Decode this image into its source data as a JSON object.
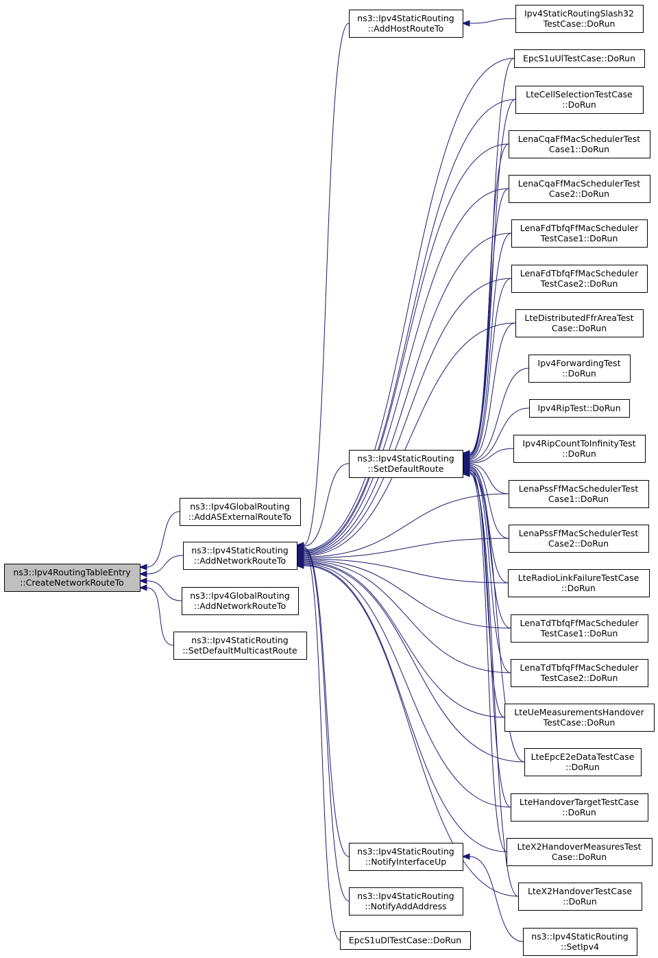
{
  "nodes": {
    "n_root": {
      "lines": [
        "ns3::Ipv4RoutingTableEntry",
        "::CreateNetworkRouteTo"
      ],
      "root": true
    },
    "n_gasext": {
      "lines": [
        "ns3::Ipv4GlobalRouting",
        "::AddASExternalRouteTo"
      ]
    },
    "n_snet": {
      "lines": [
        "ns3::Ipv4StaticRouting",
        "::AddNetworkRouteTo"
      ]
    },
    "n_gnet": {
      "lines": [
        "ns3::Ipv4GlobalRouting",
        "::AddNetworkRouteTo"
      ]
    },
    "n_smc": {
      "lines": [
        "ns3::Ipv4StaticRouting",
        "::SetDefaultMulticastRoute"
      ]
    },
    "n_shost": {
      "lines": [
        "ns3::Ipv4StaticRouting",
        "::AddHostRouteTo"
      ]
    },
    "n_sdef": {
      "lines": [
        "ns3::Ipv4StaticRouting",
        "::SetDefaultRoute"
      ]
    },
    "n_sifup": {
      "lines": [
        "ns3::Ipv4StaticRouting",
        "::NotifyInterfaceUp"
      ]
    },
    "n_saddr": {
      "lines": [
        "ns3::Ipv4StaticRouting",
        "::NotifyAddAddress"
      ]
    },
    "n_epcdl": {
      "lines": [
        "EpcS1uDlTestCase::DoRun"
      ]
    },
    "n_slash": {
      "lines": [
        "Ipv4StaticRoutingSlash32",
        "TestCase::DoRun"
      ]
    },
    "n_epcul": {
      "lines": [
        "EpcS1uUlTestCase::DoRun"
      ]
    },
    "n_cellsel": {
      "lines": [
        "LteCellSelectionTestCase",
        "::DoRun"
      ]
    },
    "n_cqa1": {
      "lines": [
        "LenaCqaFfMacSchedulerTest",
        "Case1::DoRun"
      ]
    },
    "n_cqa2": {
      "lines": [
        "LenaCqaFfMacSchedulerTest",
        "Case2::DoRun"
      ]
    },
    "n_fd1": {
      "lines": [
        "LenaFdTbfqFfMacScheduler",
        "TestCase1::DoRun"
      ]
    },
    "n_fd2": {
      "lines": [
        "LenaFdTbfqFfMacScheduler",
        "TestCase2::DoRun"
      ]
    },
    "n_dffr": {
      "lines": [
        "LteDistributedFfrAreaTest",
        "Case::DoRun"
      ]
    },
    "n_fwd": {
      "lines": [
        "Ipv4ForwardingTest",
        "::DoRun"
      ]
    },
    "n_rip": {
      "lines": [
        "Ipv4RipTest::DoRun"
      ]
    },
    "n_ripinf": {
      "lines": [
        "Ipv4RipCountToInfinityTest",
        "::DoRun"
      ]
    },
    "n_pss1": {
      "lines": [
        "LenaPssFfMacSchedulerTest",
        "Case1::DoRun"
      ]
    },
    "n_pss2": {
      "lines": [
        "LenaPssFfMacSchedulerTest",
        "Case2::DoRun"
      ]
    },
    "n_rlf": {
      "lines": [
        "LteRadioLinkFailureTestCase",
        "::DoRun"
      ]
    },
    "n_td1": {
      "lines": [
        "LenaTdTbfqFfMacScheduler",
        "TestCase1::DoRun"
      ]
    },
    "n_td2": {
      "lines": [
        "LenaTdTbfqFfMacScheduler",
        "TestCase2::DoRun"
      ]
    },
    "n_uemeas": {
      "lines": [
        "LteUeMeasurementsHandover",
        "TestCase::DoRun"
      ]
    },
    "n_e2e": {
      "lines": [
        "LteEpcE2eDataTestCase",
        "::DoRun"
      ]
    },
    "n_hotgt": {
      "lines": [
        "LteHandoverTargetTestCase",
        "::DoRun"
      ]
    },
    "n_x2meas": {
      "lines": [
        "LteX2HandoverMeasuresTest",
        "Case::DoRun"
      ]
    },
    "n_x2ho": {
      "lines": [
        "LteX2HandoverTestCase",
        "::DoRun"
      ]
    },
    "n_setipv4": {
      "lines": [
        "ns3::Ipv4StaticRouting",
        "::SetIpv4"
      ]
    }
  },
  "edges": [
    [
      "n_gasext",
      "n_root"
    ],
    [
      "n_snet",
      "n_root"
    ],
    [
      "n_gnet",
      "n_root"
    ],
    [
      "n_smc",
      "n_root"
    ],
    [
      "n_shost",
      "n_snet"
    ],
    [
      "n_sdef",
      "n_snet"
    ],
    [
      "n_sifup",
      "n_snet"
    ],
    [
      "n_saddr",
      "n_snet"
    ],
    [
      "n_epcdl",
      "n_snet"
    ],
    [
      "n_slash",
      "n_shost"
    ],
    [
      "n_epcul",
      "n_snet"
    ],
    [
      "n_cellsel",
      "n_snet"
    ],
    [
      "n_cqa1",
      "n_snet"
    ],
    [
      "n_cqa2",
      "n_snet"
    ],
    [
      "n_fd1",
      "n_snet"
    ],
    [
      "n_fd2",
      "n_snet"
    ],
    [
      "n_dffr",
      "n_snet"
    ],
    [
      "n_pss1",
      "n_snet"
    ],
    [
      "n_pss2",
      "n_snet"
    ],
    [
      "n_rlf",
      "n_snet"
    ],
    [
      "n_td1",
      "n_snet"
    ],
    [
      "n_td2",
      "n_snet"
    ],
    [
      "n_uemeas",
      "n_snet"
    ],
    [
      "n_e2e",
      "n_snet"
    ],
    [
      "n_hotgt",
      "n_snet"
    ],
    [
      "n_x2meas",
      "n_snet"
    ],
    [
      "n_x2ho",
      "n_snet"
    ],
    [
      "n_epcul",
      "n_sdef"
    ],
    [
      "n_cellsel",
      "n_sdef"
    ],
    [
      "n_cqa1",
      "n_sdef"
    ],
    [
      "n_cqa2",
      "n_sdef"
    ],
    [
      "n_fd1",
      "n_sdef"
    ],
    [
      "n_fd2",
      "n_sdef"
    ],
    [
      "n_dffr",
      "n_sdef"
    ],
    [
      "n_fwd",
      "n_sdef"
    ],
    [
      "n_rip",
      "n_sdef"
    ],
    [
      "n_ripinf",
      "n_sdef"
    ],
    [
      "n_pss1",
      "n_sdef"
    ],
    [
      "n_pss2",
      "n_sdef"
    ],
    [
      "n_rlf",
      "n_sdef"
    ],
    [
      "n_td1",
      "n_sdef"
    ],
    [
      "n_td2",
      "n_sdef"
    ],
    [
      "n_uemeas",
      "n_sdef"
    ],
    [
      "n_e2e",
      "n_sdef"
    ],
    [
      "n_hotgt",
      "n_sdef"
    ],
    [
      "n_x2meas",
      "n_sdef"
    ],
    [
      "n_x2ho",
      "n_sdef"
    ],
    [
      "n_setipv4",
      "n_sifup"
    ]
  ]
}
